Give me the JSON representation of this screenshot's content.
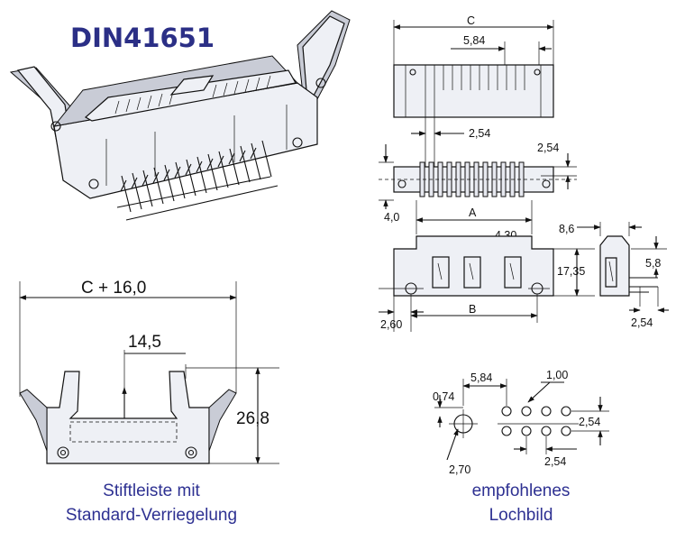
{
  "title": "DIN41651",
  "side_view": {
    "dim_width": "C + 16,0",
    "dim_inner": "14,5",
    "dim_height": "26,8",
    "caption_line1": "Stiftleiste mit",
    "caption_line2": "Standard-Verriegelung"
  },
  "top_view": {
    "dim_c": "C",
    "dim_pitch_top": "5,84",
    "dim_pitch": "2,54",
    "dim_pitch_right": "2,54",
    "dim_height_left": "4,0",
    "dim_a": "A",
    "dim_slot": "4,30",
    "dim_b": "B",
    "dim_hole_offset": "2,60",
    "dim_body_height": "17,35",
    "dim_side_width": "8,6",
    "dim_side_pin": "5,8",
    "dim_side_pitch": "2,54"
  },
  "hole_pattern": {
    "dim_row_offset": "5,84",
    "dim_hole_dia": "1,00",
    "dim_small": "0,74",
    "dim_row_pitch": "2,54",
    "dim_col_pitch": "2,54",
    "dim_mount_dia": "2,70",
    "caption_line1": "empfohlenes",
    "caption_line2": "Lochbild"
  }
}
